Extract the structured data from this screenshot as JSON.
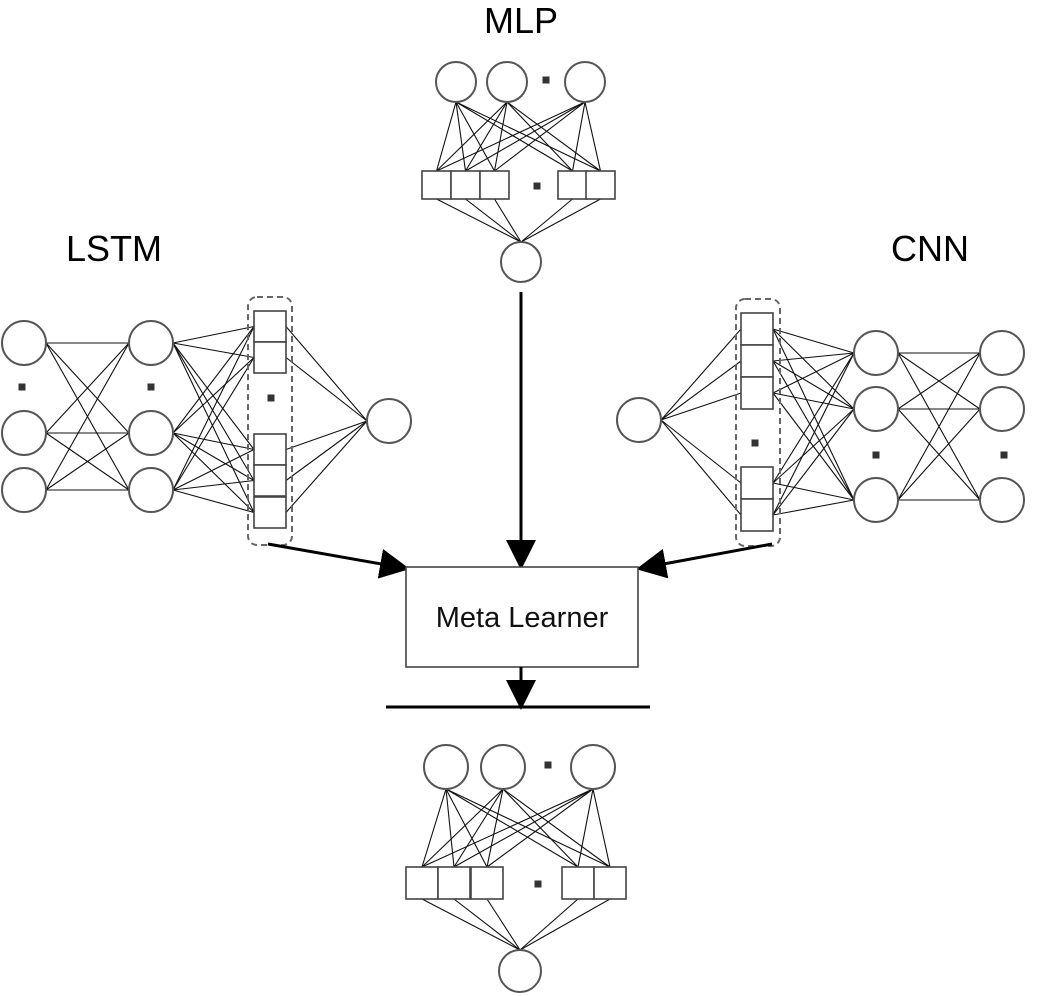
{
  "diagram": {
    "labels": {
      "mlp": "MLP",
      "lstm": "LSTM",
      "cnn": "CNN",
      "meta_learner": "Meta Learner"
    },
    "colors": {
      "line": "#000000",
      "node_stroke": "#555555",
      "group_dash": "#666666"
    }
  }
}
